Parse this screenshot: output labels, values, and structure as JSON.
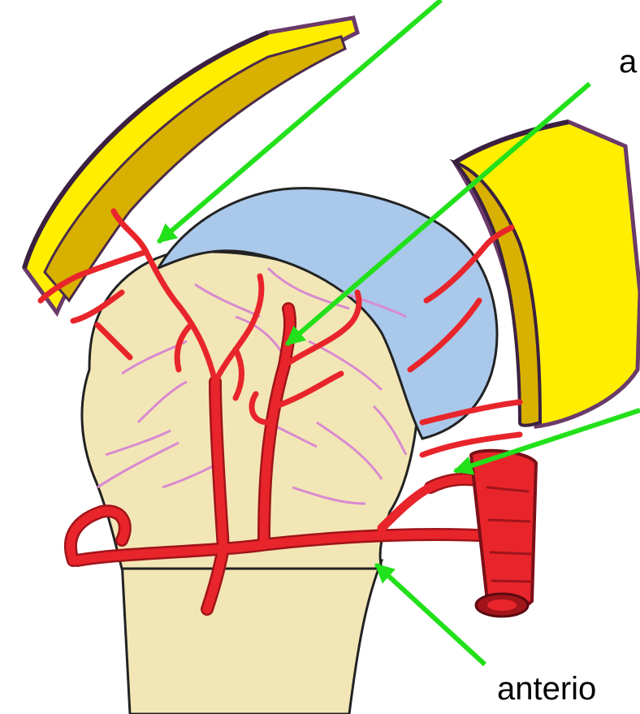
{
  "labels": {
    "top_right": "a",
    "bottom_right": "anterio"
  },
  "colors": {
    "bone": "#f3e6b6",
    "cartilage": "#a9c8ea",
    "artery": "#e8252b",
    "artery_dark": "#a0141a",
    "minor_vessels": "#d88ad0",
    "tendon": "#ffee00",
    "tendon_inner": "#d8b000",
    "outline": "#222222",
    "arrow": "#22e01a"
  },
  "icons": [
    "arrow-pointer",
    "tendon-flap",
    "artery-tree"
  ]
}
